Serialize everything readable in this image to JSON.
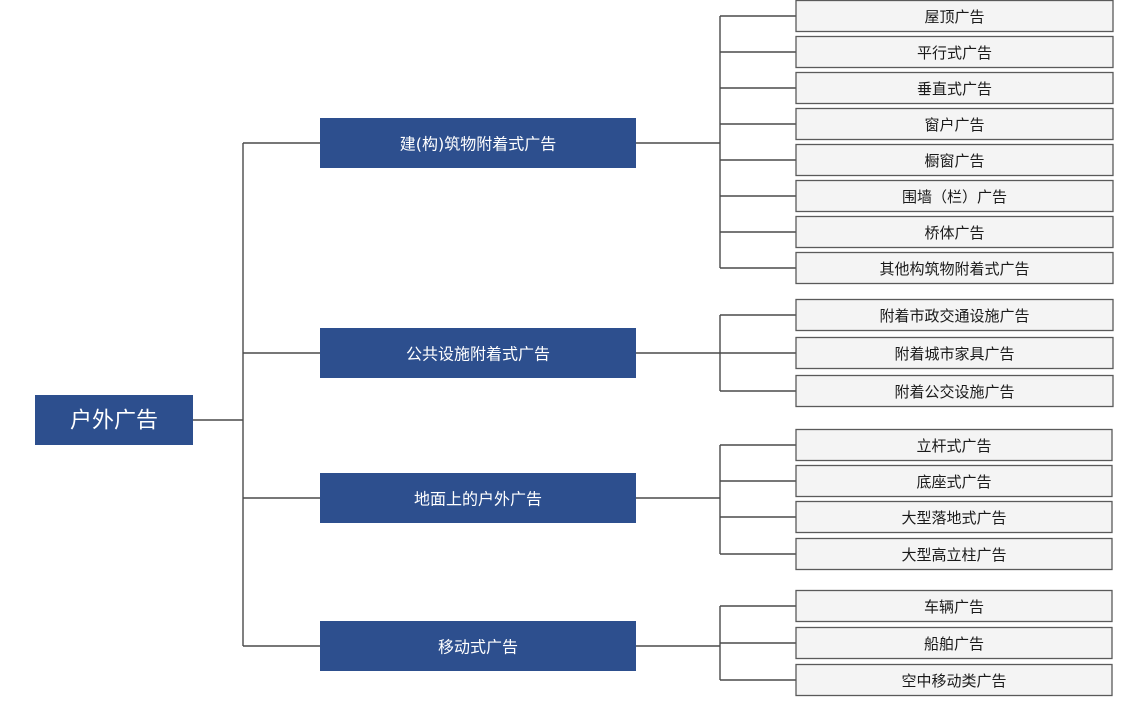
{
  "root": {
    "label": "户外广告"
  },
  "categories": [
    {
      "label": "建(构)筑物附着式广告",
      "items": [
        "屋顶广告",
        "平行式广告",
        "垂直式广告",
        "窗户广告",
        "橱窗广告",
        "围墙（栏）广告",
        "桥体广告",
        "其他构筑物附着式广告"
      ]
    },
    {
      "label": "公共设施附着式广告",
      "items": [
        "附着市政交通设施广告",
        "附着城市家具广告",
        "附着公交设施广告"
      ]
    },
    {
      "label": "地面上的户外广告",
      "items": [
        "立杆式广告",
        "底座式广告",
        "大型落地式广告",
        "大型高立柱广告"
      ]
    },
    {
      "label": "移动式广告",
      "items": [
        "车辆广告",
        "船舶广告",
        "空中移动类广告"
      ]
    }
  ],
  "colors": {
    "node_fill": "#2d4f8e",
    "leaf_fill": "#f4f4f4",
    "leaf_border": "#5a5a5a",
    "line": "#4a4a4a"
  }
}
